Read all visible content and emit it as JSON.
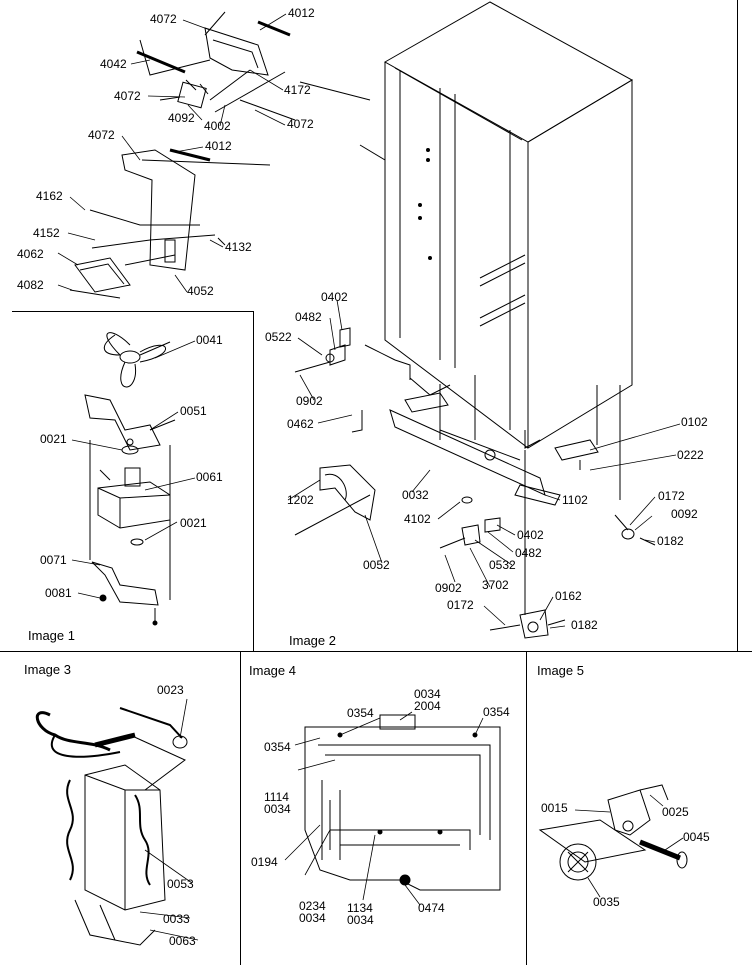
{
  "panels": {
    "image1": "Image 1",
    "image2": "Image 2",
    "image3": "Image 3",
    "image4": "Image 4",
    "image5": "Image 5"
  },
  "labels": {
    "l4072a": "4072",
    "l4012a": "4012",
    "l4042": "4042",
    "l4072b": "4072",
    "l4172": "4172",
    "l4092": "4092",
    "l4002": "4002",
    "l4072c": "4072",
    "l4072d": "4072",
    "l4012b": "4012",
    "l4162": "4162",
    "l4152": "4152",
    "l4062": "4062",
    "l4132": "4132",
    "l4082": "4082",
    "l4052": "4052",
    "l0041": "0041",
    "l0051": "0051",
    "l0021a": "0021",
    "l0061": "0061",
    "l0021b": "0021",
    "l0071": "0071",
    "l0081": "0081",
    "l0402a": "0402",
    "l0482a": "0482",
    "l0522": "0522",
    "l0902a": "0902",
    "l0462": "0462",
    "l0102": "0102",
    "l0222": "0222",
    "l1202": "1202",
    "l0032": "0032",
    "l1102": "1102",
    "l0172a": "0172",
    "l0092": "0092",
    "l4102": "4102",
    "l0402b": "0402",
    "l0182a": "0182",
    "l0052": "0052",
    "l0532": "0532",
    "l0482b": "0482",
    "l0902b": "0902",
    "l3702": "3702",
    "l0162": "0162",
    "l0172b": "0172",
    "l0182b": "0182",
    "l0023": "0023",
    "l0053": "0053",
    "l0033": "0033",
    "l0063": "0063",
    "l0034a": "0034\n2004",
    "l0354a": "0354",
    "l0354b": "0354",
    "l0354c": "0354",
    "l1114": "1114\n0034",
    "l0194": "0194",
    "l0234": "0234\n0034",
    "l1134": "1134\n0034",
    "l0474": "0474",
    "l0015": "0015",
    "l0025": "0025",
    "l0045": "0045",
    "l0035": "0035"
  }
}
